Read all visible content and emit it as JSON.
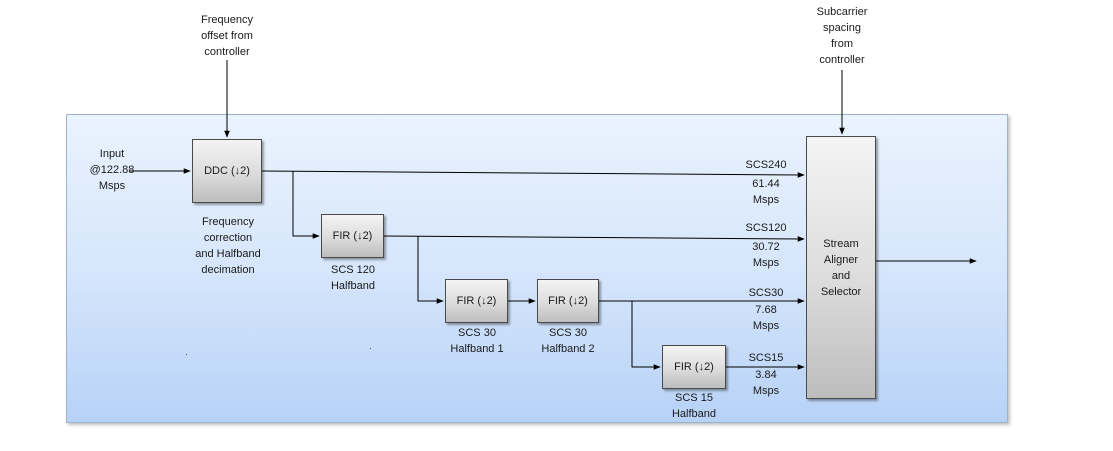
{
  "inputs": {
    "freq_offset": "Frequency\noffset from\ncontroller",
    "scs_control": "Subcarrier\nspacing\nfrom\ncontroller",
    "input_rate": "Input\n@122.88\nMsps"
  },
  "blocks": {
    "ddc": {
      "label": "DDC (↓2)",
      "caption": "Frequency\ncorrection\nand Halfband\ndecimation"
    },
    "fir_scs120": {
      "label": "FIR (↓2)",
      "caption": "SCS 120\nHalfband"
    },
    "fir_scs30_1": {
      "label": "FIR (↓2)",
      "caption": "SCS 30\nHalfband 1"
    },
    "fir_scs30_2": {
      "label": "FIR (↓2)",
      "caption": "SCS 30\nHalfband 2"
    },
    "fir_scs15": {
      "label": "FIR (↓2)",
      "caption": "SCS 15\nHalfband"
    },
    "aligner": {
      "label": "Stream\nAligner\nand\nSelector"
    }
  },
  "streams": {
    "scs240": {
      "name": "SCS240",
      "rate": "61.44\nMsps"
    },
    "scs120": {
      "name": "SCS120",
      "rate": "30.72\nMsps"
    },
    "scs30": {
      "name": "SCS30",
      "rate": "7.68\nMsps"
    },
    "scs15": {
      "name": "SCS15",
      "rate": "3.84\nMsps"
    }
  }
}
